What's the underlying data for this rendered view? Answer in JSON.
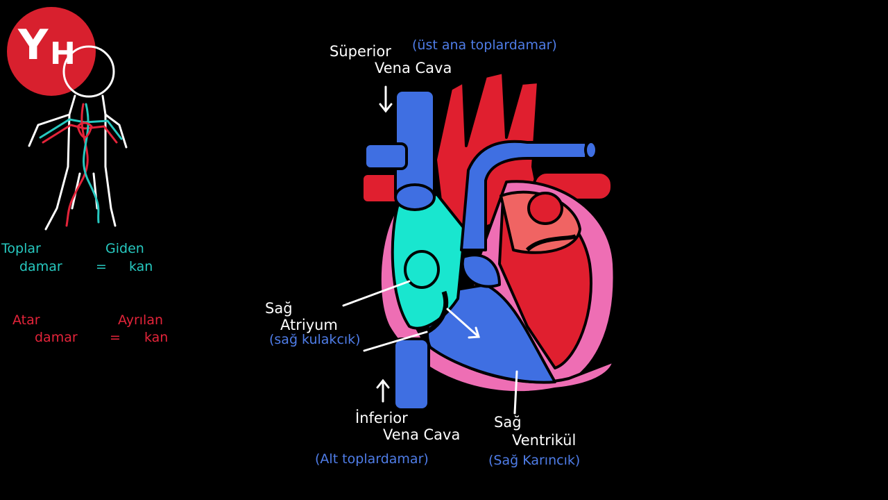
{
  "logo": {
    "l1": "Y",
    "l2": "H"
  },
  "legend": {
    "vein_word1": "Toplar",
    "vein_word2": "damar",
    "vein_eq": "=",
    "vein_res1": "Giden",
    "vein_res2": "kan",
    "artery_word1": "Atar",
    "artery_word2": "damar",
    "artery_eq": "=",
    "artery_res1": "Ayrılan",
    "artery_res2": "kan"
  },
  "labels": {
    "superior_1": "Süperior",
    "superior_2": "Vena Cava",
    "superior_tr": "(üst ana toplardamar)",
    "atrium_1": "Sağ",
    "atrium_2": "Atriyum",
    "atrium_tr": "(sağ kulakcık)",
    "inferior_1": "İnferior",
    "inferior_2": "Vena Cava",
    "inferior_tr": "(Alt toplardamar)",
    "ventricle_1": "Sağ",
    "ventricle_2": "Ventrikül",
    "ventricle_tr": "(Sağ Karıncık)"
  },
  "colors": {
    "blue": "#3f6fe2",
    "red": "#e01f2f",
    "teal": "#19e6cf",
    "pink": "#ee6eb4",
    "salmon": "#f06463",
    "cyan_text": "#27c9c0",
    "red_text": "#e4243a",
    "label_blue": "#4f7de8"
  }
}
